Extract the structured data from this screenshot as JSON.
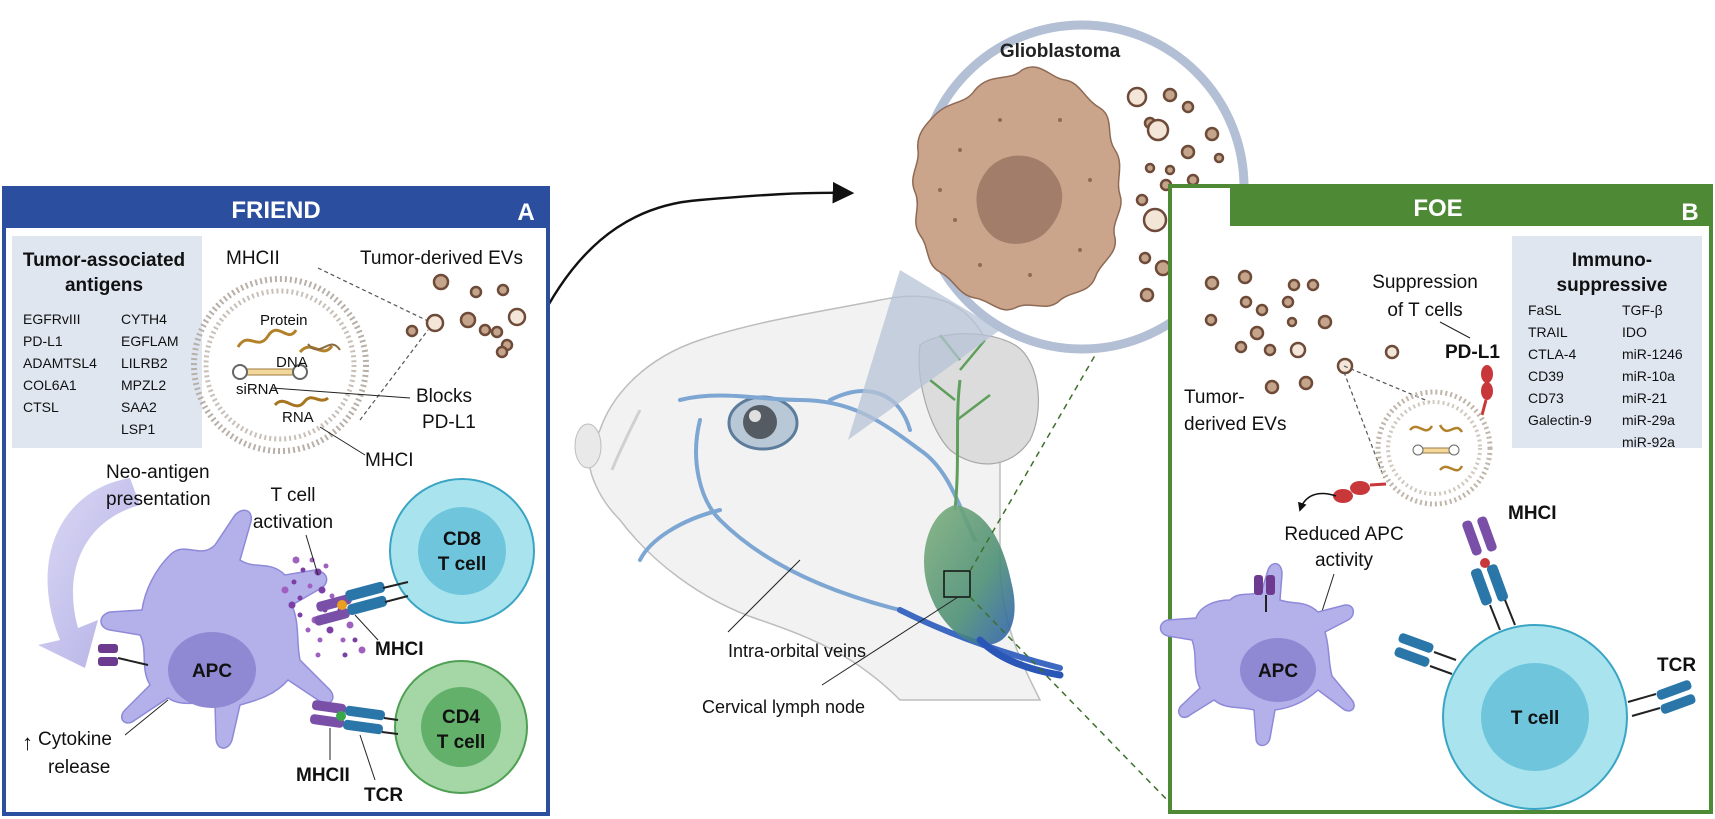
{
  "glioblastoma": {
    "title": "Glioblastoma"
  },
  "friend_panel": {
    "title": "FRIEND",
    "letter": "A",
    "taa_title_1": "Tumor-associated",
    "taa_title_2": "antigens",
    "taa_col1": [
      "EGFRvIII",
      "PD-L1",
      "ADAMTSL4",
      "COL6A1",
      "CTSL"
    ],
    "taa_col2": [
      "CYTH4",
      "EGFLAM",
      "LILRB2",
      "MPZL2",
      "SAA2",
      "LSP1"
    ],
    "tumor_evs": "Tumor-derived EVs",
    "ev_labels": {
      "mhcii": "MHCII",
      "protein": "Protein",
      "dna": "DNA",
      "sirna": "siRNA",
      "rna": "RNA"
    },
    "blocks_1": "Blocks",
    "blocks_2": "PD-L1",
    "mhci_ev": "MHCI",
    "neo_1": "Neo-antigen",
    "neo_2": "presentation",
    "tact_1": "T cell",
    "tact_2": "activation",
    "cd8_1": "CD8",
    "cd8_2": "T cell",
    "apc": "APC",
    "mhci": "MHCI",
    "cd4_1": "CD4",
    "cd4_2": "T cell",
    "cyto_arrow": "↑",
    "cyto_1": "Cytokine",
    "cyto_2": "release",
    "mhcii": "MHCII",
    "tcr": "TCR"
  },
  "center": {
    "veins": "Intra-orbital veins",
    "node": "Cervical lymph node"
  },
  "foe_panel": {
    "title": "FOE",
    "letter": "B",
    "imm_title_1": "Immuno-",
    "imm_title_2": "suppressive",
    "imm_col1": [
      "FaSL",
      "TRAIL",
      "CTLA-4",
      "CD39",
      "CD73",
      "Galectin-9"
    ],
    "imm_col2": [
      "TGF-β",
      "IDO",
      "miR-1246",
      "miR-10a",
      "miR-21",
      "miR-29a",
      "miR-92a"
    ],
    "supp_1": "Suppression",
    "supp_2": "of T cells",
    "pdl1": "PD-L1",
    "evs_1": "Tumor-",
    "evs_2": "derived EVs",
    "mhci": "MHCI",
    "reduced_1": "Reduced APC",
    "reduced_2": "activity",
    "apc": "APC",
    "tcell": "T cell",
    "tcr": "TCR"
  },
  "colors": {
    "friend_blue": "#2b4f9e",
    "foe_green": "#4e8a35",
    "info_box": "#dfe6f0",
    "tumor": "#c9a58c",
    "apc_purple": "#b4b1ea",
    "cd8_cyan": "#a9e4ee",
    "cd4_green": "#a4d6a6"
  }
}
